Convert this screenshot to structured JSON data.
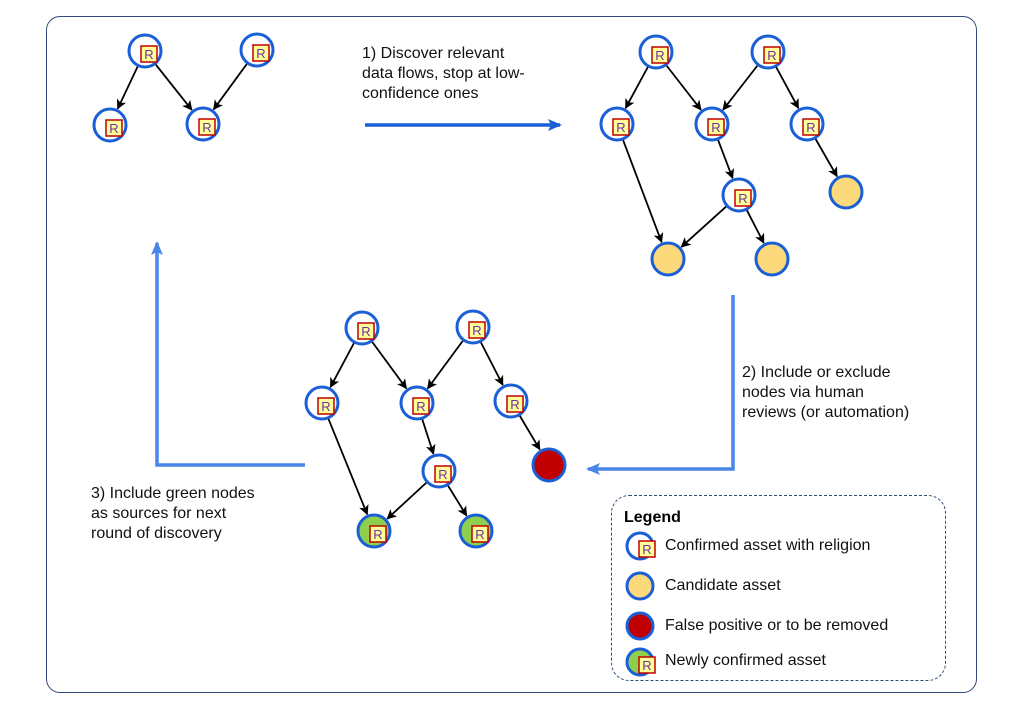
{
  "colors": {
    "node_border": "#1a5fd6",
    "candidate_fill": "#fcd97a",
    "false_positive_fill": "#c00000",
    "newly_confirmed_fill": "#8fcf4e",
    "badge_fill": "#ffff99",
    "badge_border": "#c00000",
    "badge_text": "#7030a0",
    "flow_arrow": "#4a86e8",
    "edge": "#000000",
    "frame": "#2f4a78"
  },
  "badge_label": "R",
  "steps": {
    "step1": "1) Discover relevant\ndata flows, stop at low-\nconfidence ones",
    "step2": "2) Include or exclude\nnodes via human\nreviews (or automation)",
    "step3": "3) Include green nodes\nas sources for next\nround of discovery"
  },
  "legend": {
    "title": "Legend",
    "items": [
      {
        "type": "confirmed",
        "label": "Confirmed asset with religion"
      },
      {
        "type": "candidate",
        "label": "Candidate asset"
      },
      {
        "type": "false_positive",
        "label": "False positive or to be removed"
      },
      {
        "type": "newly_confirmed",
        "label": "Newly confirmed asset"
      }
    ]
  },
  "graphs": [
    {
      "name": "initial-graph",
      "nodes": [
        {
          "id": "a",
          "type": "confirmed"
        },
        {
          "id": "b",
          "type": "confirmed"
        },
        {
          "id": "c",
          "type": "confirmed"
        },
        {
          "id": "d",
          "type": "confirmed"
        }
      ],
      "edges": [
        [
          "a",
          "c"
        ],
        [
          "a",
          "d"
        ],
        [
          "b",
          "d"
        ]
      ]
    },
    {
      "name": "discovered-graph",
      "nodes": [
        {
          "id": "a",
          "type": "confirmed"
        },
        {
          "id": "b",
          "type": "confirmed"
        },
        {
          "id": "c",
          "type": "confirmed"
        },
        {
          "id": "d",
          "type": "confirmed"
        },
        {
          "id": "e",
          "type": "confirmed"
        },
        {
          "id": "f",
          "type": "confirmed"
        },
        {
          "id": "g",
          "type": "candidate"
        },
        {
          "id": "h",
          "type": "candidate"
        },
        {
          "id": "i",
          "type": "candidate"
        }
      ],
      "edges": [
        [
          "a",
          "c"
        ],
        [
          "a",
          "d"
        ],
        [
          "b",
          "d"
        ],
        [
          "b",
          "e"
        ],
        [
          "d",
          "f"
        ],
        [
          "e",
          "g"
        ],
        [
          "c",
          "h"
        ],
        [
          "f",
          "h"
        ],
        [
          "f",
          "i"
        ]
      ]
    },
    {
      "name": "reviewed-graph",
      "nodes": [
        {
          "id": "a",
          "type": "confirmed"
        },
        {
          "id": "b",
          "type": "confirmed"
        },
        {
          "id": "c",
          "type": "confirmed"
        },
        {
          "id": "d",
          "type": "confirmed"
        },
        {
          "id": "e",
          "type": "confirmed"
        },
        {
          "id": "f",
          "type": "confirmed"
        },
        {
          "id": "g",
          "type": "false_positive"
        },
        {
          "id": "h",
          "type": "newly_confirmed"
        },
        {
          "id": "i",
          "type": "newly_confirmed"
        }
      ],
      "edges": [
        [
          "a",
          "c"
        ],
        [
          "a",
          "d"
        ],
        [
          "b",
          "d"
        ],
        [
          "b",
          "e"
        ],
        [
          "d",
          "f"
        ],
        [
          "e",
          "g"
        ],
        [
          "c",
          "h"
        ],
        [
          "f",
          "h"
        ],
        [
          "f",
          "i"
        ]
      ]
    }
  ]
}
